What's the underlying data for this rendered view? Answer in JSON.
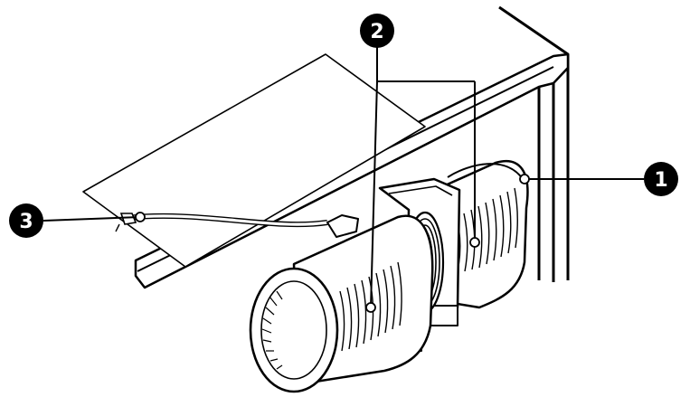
{
  "callouts": [
    {
      "number": "1",
      "label": ""
    },
    {
      "number": "2",
      "label": ""
    },
    {
      "number": "3",
      "label": ""
    }
  ],
  "colors": {
    "line": "#000000",
    "fill": "#ffffff",
    "callout_fill": "#000000",
    "callout_text": "#ffffff",
    "panel_shade": "#f2f2f2"
  }
}
